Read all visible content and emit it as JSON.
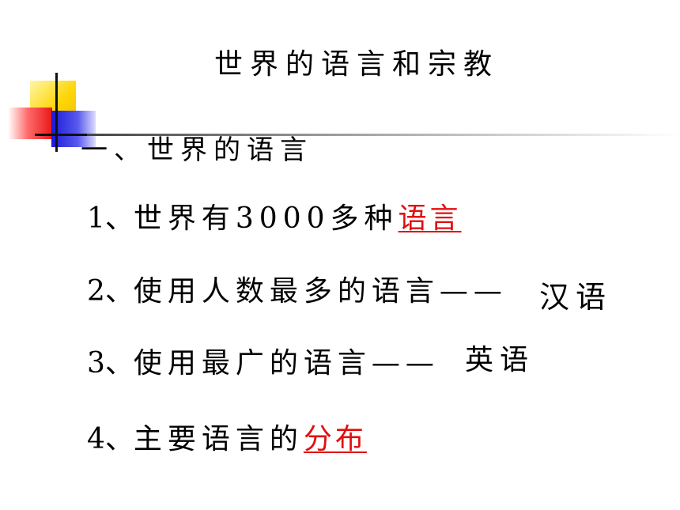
{
  "slide": {
    "title": "世界的语言和宗教",
    "heading": "一、世界的语言",
    "items": [
      {
        "prefix": "1、",
        "text": "世界有3000多种",
        "link": "语言"
      },
      {
        "prefix": "2、",
        "text": "使用人数最多的语言——",
        "answer": "汉语"
      },
      {
        "prefix": "3、",
        "text": "使用最广的语言——",
        "answer": "英语"
      },
      {
        "prefix": "4、",
        "text": "主要语言的",
        "link": "分布"
      }
    ]
  },
  "colors": {
    "link": "#e01010",
    "text": "#000000",
    "deco_yellow": "#ffd60a",
    "deco_red": "#e81818",
    "deco_blue": "#1a1ad8"
  }
}
